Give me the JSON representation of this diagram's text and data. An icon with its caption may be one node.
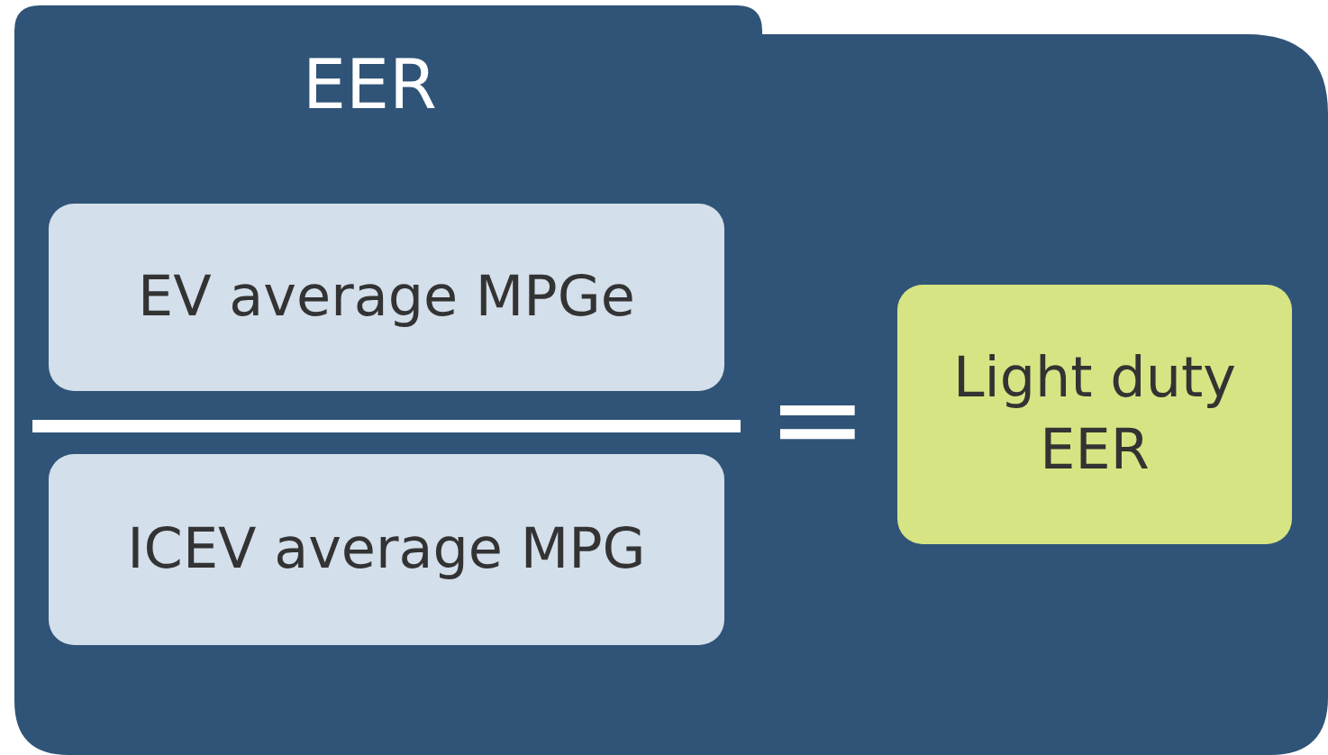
{
  "diagram": {
    "nodes": [
      {
        "text": [
          "EER"
        ]
      },
      {
        "text": [
          "EV average MPGe"
        ],
        "in": 0
      },
      {
        "text": [
          "ICEV average MPG"
        ],
        "in": 0
      },
      {
        "text": [
          "Light duty EER"
        ],
        "in": 0
      }
    ],
    "edges": [],
    "labels": [
      "="
    ]
  }
}
